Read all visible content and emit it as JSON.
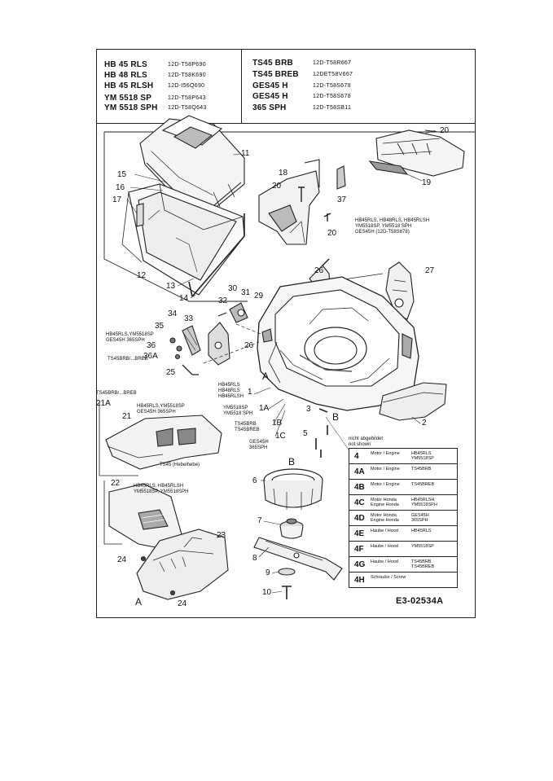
{
  "header": {
    "models_left": [
      {
        "name": "HB 45 RLS",
        "code": "12D-T58P690"
      },
      {
        "name": "HB 48 RLS",
        "code": "12D-T58K690"
      },
      {
        "name": "HB 45 RLSH",
        "code": "12D-I56Q690"
      },
      {
        "name": "YM 5518 SP",
        "code": "12D-T58P643"
      },
      {
        "name": "YM 5518 SPH",
        "code": "12D-T58Q643"
      }
    ],
    "models_right": [
      {
        "name": "TS45 BRB",
        "code": "12D-T58R667"
      },
      {
        "name": "TS45 BREB",
        "code": "12DET58V667"
      },
      {
        "name": "GES45 H",
        "code": "12D-T58S678"
      },
      {
        "name": "GES45 H",
        "code": "12D-T58S678"
      },
      {
        "name": "365 SPH",
        "code": "12D-T58SB11"
      }
    ]
  },
  "callouts": {
    "c1": "1",
    "c1a": "1A",
    "c1b": "1B",
    "c1c": "1C",
    "c2": "2",
    "c3": "3",
    "c5": "5",
    "c6": "6",
    "c7": "7",
    "c8": "8",
    "c9": "9",
    "c10": "10",
    "c11": "11",
    "c12": "12",
    "c13": "13",
    "c14": "14",
    "c15": "15",
    "c16": "16",
    "c17": "17",
    "c18": "18",
    "c19": "19",
    "c20a": "20",
    "c20b": "20",
    "c20c": "20",
    "c21": "21",
    "c21a": "21A",
    "c22": "22",
    "c23": "23",
    "c24a": "24",
    "c24b": "24",
    "c25": "25",
    "c26": "26",
    "c26b": "26",
    "c27": "27",
    "c29": "29",
    "c30": "30",
    "c31": "31",
    "c32": "32",
    "c33": "33",
    "c34": "34",
    "c35": "35",
    "c36": "36",
    "c36a": "36A",
    "c37": "37",
    "markA1": "A",
    "markA2": "A",
    "markB1": "B",
    "markB2": "B"
  },
  "notes": {
    "grassbag_models": "HB45RLS, HB48RLS, HB45RLSH\nYM5518SP, YM5518 SPH\nGES45H (12D-T58S678)",
    "side_models": "HB45RLS,YM5518SP\nGES45H 365SPH",
    "side_models2": "TS45BRB/...BREB",
    "deck_models1": "HB45RLS\nHB48RLS\nHB45RLSH",
    "deck_models2": "YM5518SP\nYM5518 SPH",
    "deck_models3": "TS45BRB\nTS45BREB",
    "deck_models4": "GES45H\n365SPH",
    "chute_models_title": "TS45BRB/...BREB",
    "chute_models": "HB45RLS,YM5518SP\nGES45H 365SPH",
    "flap_label": "TS45 (Hebelhebe)",
    "mulch_models": "HB45RLS, HB45RLSH\nYM5518SP, YM5518SPH",
    "not_shown": "nicht abgebildet\nnot shown"
  },
  "legend": [
    {
      "id": "4",
      "desc": "Motor / Engine",
      "models": "HB45RLS\nYM5518SP"
    },
    {
      "id": "4A",
      "desc": "Motor / Engine",
      "models": "TS45BRB"
    },
    {
      "id": "4B",
      "desc": "Motor / Engine",
      "models": "TS45BREB"
    },
    {
      "id": "4C",
      "desc": "Motor Honda\nEngine Honda",
      "models": "HB45RLSH\nYM5518SPH"
    },
    {
      "id": "4D",
      "desc": "Motor Honda\nEngine Honda",
      "models": "GES45H\n365SPH"
    },
    {
      "id": "4E",
      "desc": "Haube / Hood",
      "models": "HB45RLS"
    },
    {
      "id": "4F",
      "desc": "Haube / Hood",
      "models": "YM5518SP"
    },
    {
      "id": "4G",
      "desc": "Haube / Hood",
      "models": "TS45BRB\nTS45BREB"
    },
    {
      "id": "4H",
      "desc": "Schraube / Screw",
      "models": ""
    }
  ],
  "footer": {
    "doc_id": "E3-02534A"
  }
}
